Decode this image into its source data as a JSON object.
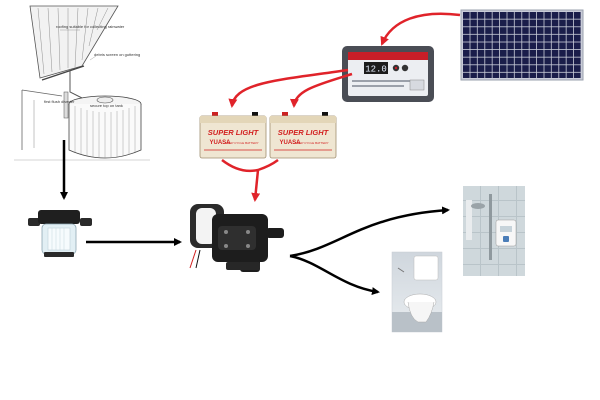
{
  "colors": {
    "power_arrow": "#e0232a",
    "water_arrow": "#000000",
    "solar_cell": "#1a1d4a",
    "battery_body": "#efe6d2",
    "battery_brand": "#d21f1f",
    "pump_body": "#1d1d1d"
  },
  "tank_sketch": {
    "label_roof": "roofing suitable for collecting rainwater",
    "label_debris": "debris screen on guttering",
    "label_diverter": "first flush diverter",
    "label_lid": "secure top on tank"
  },
  "batteries": [
    {
      "brand": "SUPER LIGHT",
      "maker": "YUASA",
      "sub": "DEEP CYCLE BATTERY"
    },
    {
      "brand": "SUPER LIGHT",
      "maker": "YUASA",
      "sub": "DEEP CYCLE BATTERY"
    }
  ],
  "controller": {
    "display": "12.0"
  },
  "icons": {
    "solar_panel": "solar-panel-icon",
    "charge_controller": "charge-controller-icon",
    "battery": "battery-icon",
    "filter": "water-filter-icon",
    "pump": "water-pump-icon",
    "toilet": "toilet-icon",
    "shower": "shower-icon"
  }
}
